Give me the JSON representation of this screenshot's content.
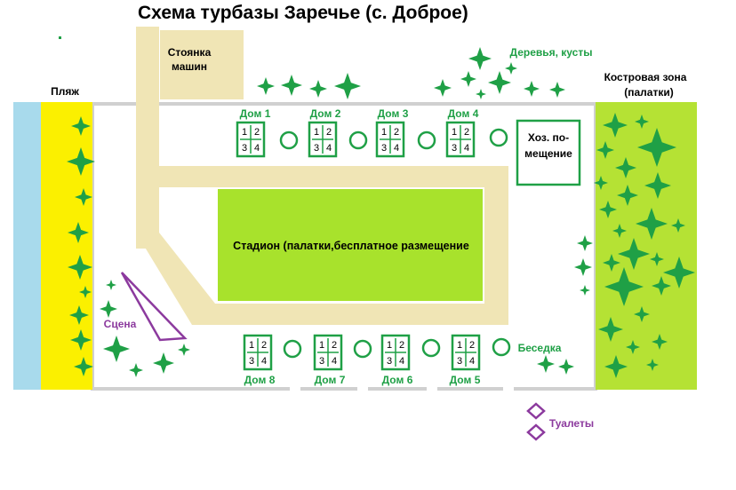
{
  "title": "Схема турбазы Заречье (с. Доброе)",
  "labels": {
    "beach": "Пляж",
    "parking_line1": "Стоянка",
    "parking_line2": "машин",
    "trees": "Деревья, кусты",
    "fire_line1": "Костровая зона",
    "fire_line2": "(палатки)",
    "utility_line1": "Хоз. по-",
    "utility_line2": "мещение",
    "stadium": "Стадион (палатки,бесплатное размещение",
    "stage": "Сцена",
    "gazebo": "Беседка",
    "toilets": "Туалеты"
  },
  "houses_top": [
    {
      "name": "Дом 1",
      "rooms": [
        "1",
        "2",
        "3",
        "4"
      ]
    },
    {
      "name": "Дом 2",
      "rooms": [
        "1",
        "2",
        "3",
        "4"
      ]
    },
    {
      "name": "Дом 3",
      "rooms": [
        "1",
        "2",
        "3",
        "4"
      ]
    },
    {
      "name": "Дом 4",
      "rooms": [
        "1",
        "2",
        "3",
        "4"
      ]
    }
  ],
  "houses_bottom": [
    {
      "name": "Дом 8",
      "rooms": [
        "1",
        "2",
        "3",
        "4"
      ]
    },
    {
      "name": "Дом 7",
      "rooms": [
        "1",
        "2",
        "3",
        "4"
      ]
    },
    {
      "name": "Дом 6",
      "rooms": [
        "1",
        "2",
        "3",
        "4"
      ]
    },
    {
      "name": "Дом 5",
      "rooms": [
        "1",
        "2",
        "3",
        "4"
      ]
    }
  ],
  "colors": {
    "water": "#a8daec",
    "sand": "#fbf000",
    "road": "#f0e5b5",
    "parking": "#f0e5b5",
    "stadium": "#a8e22c",
    "fire_zone": "#b5e234",
    "house_border": "#1fa046",
    "tree": "#1fa046",
    "stage": "#8c3a9e",
    "fence": "#d0d0d0"
  }
}
